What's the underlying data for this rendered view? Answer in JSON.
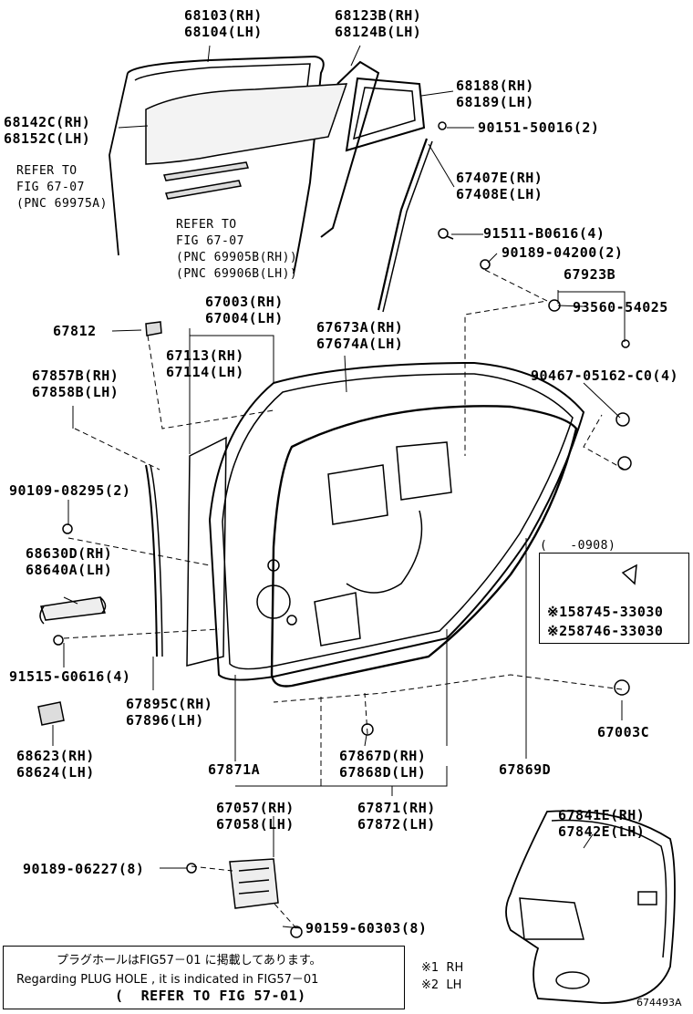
{
  "labels": {
    "l68103": "68103(RH)",
    "l68104": "68104(LH)",
    "l68123": "68123B(RH)",
    "l68124": "68124B(LH)",
    "l68188": "68188(RH)",
    "l68189": "68189(LH)",
    "l68142": "68142C(RH)",
    "l68152": "68152C(LH)",
    "l90151": "90151-50016(2)",
    "refer1a": "REFER TO",
    "refer1b": "FIG 67-07",
    "refer1c": "(PNC 69975A)",
    "l67407": "67407E(RH)",
    "l67408": "67408E(LH)",
    "refer2a": "REFER TO",
    "refer2b": "FIG 67-07",
    "refer2c": "(PNC 69905B(RH))",
    "refer2d": "(PNC 69906B(LH))",
    "l91511": "91511-B0616(4)",
    "l90189a": "90189-04200(2)",
    "l67923": "67923B",
    "l93560": "93560-54025",
    "l67003": "67003(RH)",
    "l67004": "67004(LH)",
    "l67812": "67812",
    "l67673": "67673A(RH)",
    "l67674": "67674A(LH)",
    "l67113": "67113(RH)",
    "l67114": "67114(LH)",
    "l67857": "67857B(RH)",
    "l67858": "67858B(LH)",
    "l90467": "90467-05162-C0(4)",
    "l90109": "90109-08295(2)",
    "l68630": "68630D(RH)",
    "l68640": "68640A(LH)",
    "l91515": "91515-G0616(4)",
    "l67895": "67895C(RH)",
    "l67896": "67896(LH)",
    "l67003c": "67003C",
    "l68623": "68623(RH)",
    "l68624": "68624(LH)",
    "l67871a": "67871A",
    "l67867": "67867D(RH)",
    "l67868": "67868D(LH)",
    "l67869": "67869D",
    "l67057": "67057(RH)",
    "l67058": "67058(LH)",
    "l67871": "67871(RH)",
    "l67872": "67872(LH)",
    "l67841": "67841E(RH)",
    "l67842": "67842E(LH)",
    "l90189b": "90189-06227(8)",
    "l90159": "90159-60303(8)"
  },
  "inset": {
    "date": "(   -0908)",
    "p1": "※158745-33030",
    "p2": "※258746-33030"
  },
  "note": {
    "line1": "プラグホールはFIG57－01 に掲載してあります。",
    "line2": "Regarding PLUG HOLE , it is indicated in FIG57－01",
    "line3": "(  REFER TO FIG 57-01)"
  },
  "legend": {
    "rh": "※1  RH",
    "lh": "※2  LH"
  },
  "code": "674493A"
}
